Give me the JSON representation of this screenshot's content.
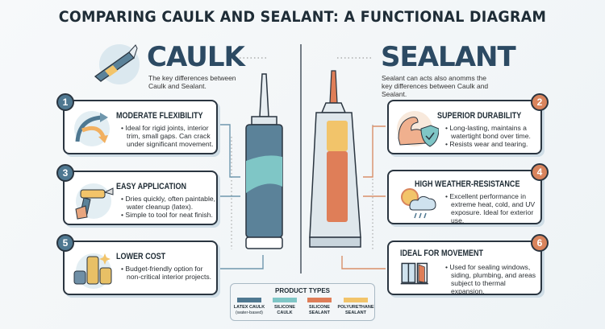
{
  "title": "COMPARING CAULK AND SEALANT: A FUNCTIONAL DIAGRAM",
  "caulk": {
    "heading": "CAULK",
    "subtitle": "The key differences between Caulk and Sealant."
  },
  "sealant": {
    "heading": "SEALANT",
    "subtitle": "Sealant can acts also anomms the key differences between Caulk and Sealant."
  },
  "cards": [
    {
      "num": "1",
      "title": "MODERATE FLEXIBILITY",
      "bullets": [
        "Ideal for rigid joints, interior trim, small gaps. Can crack under significant movement."
      ],
      "icon": "flex-arrows-icon"
    },
    {
      "num": "2",
      "title": "SUPERIOR DURABILITY",
      "bullets": [
        "Long-lasting, maintains a watertight bond over time.",
        "Resists wear and tearing."
      ],
      "icon": "muscle-shield-icon"
    },
    {
      "num": "3",
      "title": "EASY APPLICATION",
      "bullets": [
        "Dries quickly, often paintable, water cleanup (latex).",
        "Simple to tool for neat finish."
      ],
      "icon": "caulk-gun-icon"
    },
    {
      "num": "4",
      "title": "HIGH WEATHER-RESISTANCE",
      "bullets": [
        "Excellent performance in extreme heat, cold, and UV exposure. Ideal for exterior use."
      ],
      "icon": "sun-cloud-rain-icon"
    },
    {
      "num": "5",
      "title": "LOWER COST",
      "bullets": [
        "Budget-friendly option for non-critical interior projects."
      ],
      "icon": "coins-icon"
    },
    {
      "num": "6",
      "title": "IDEAL FOR MOVEMENT",
      "bullets": [
        "Used for sealing windows, siding, plumbing, and areas subject to thermal expansion."
      ],
      "icon": "window-door-icon"
    }
  ],
  "legend": {
    "title": "PRODUCT TYPES",
    "items": [
      {
        "label": "LATEX CAULK",
        "note": "(water-based)",
        "color": "#4f7891"
      },
      {
        "label": "SILICONE CAULK",
        "note": "",
        "color": "#7fc6c6"
      },
      {
        "label": "SILICONE SEALANT",
        "note": "",
        "color": "#df7e58"
      },
      {
        "label": "POLYURETHANE SEALANT",
        "note": "",
        "color": "#f2c46a"
      }
    ]
  },
  "colors": {
    "caulk": "#4f7891",
    "sealant": "#d9845d",
    "outline": "#2a3540"
  }
}
